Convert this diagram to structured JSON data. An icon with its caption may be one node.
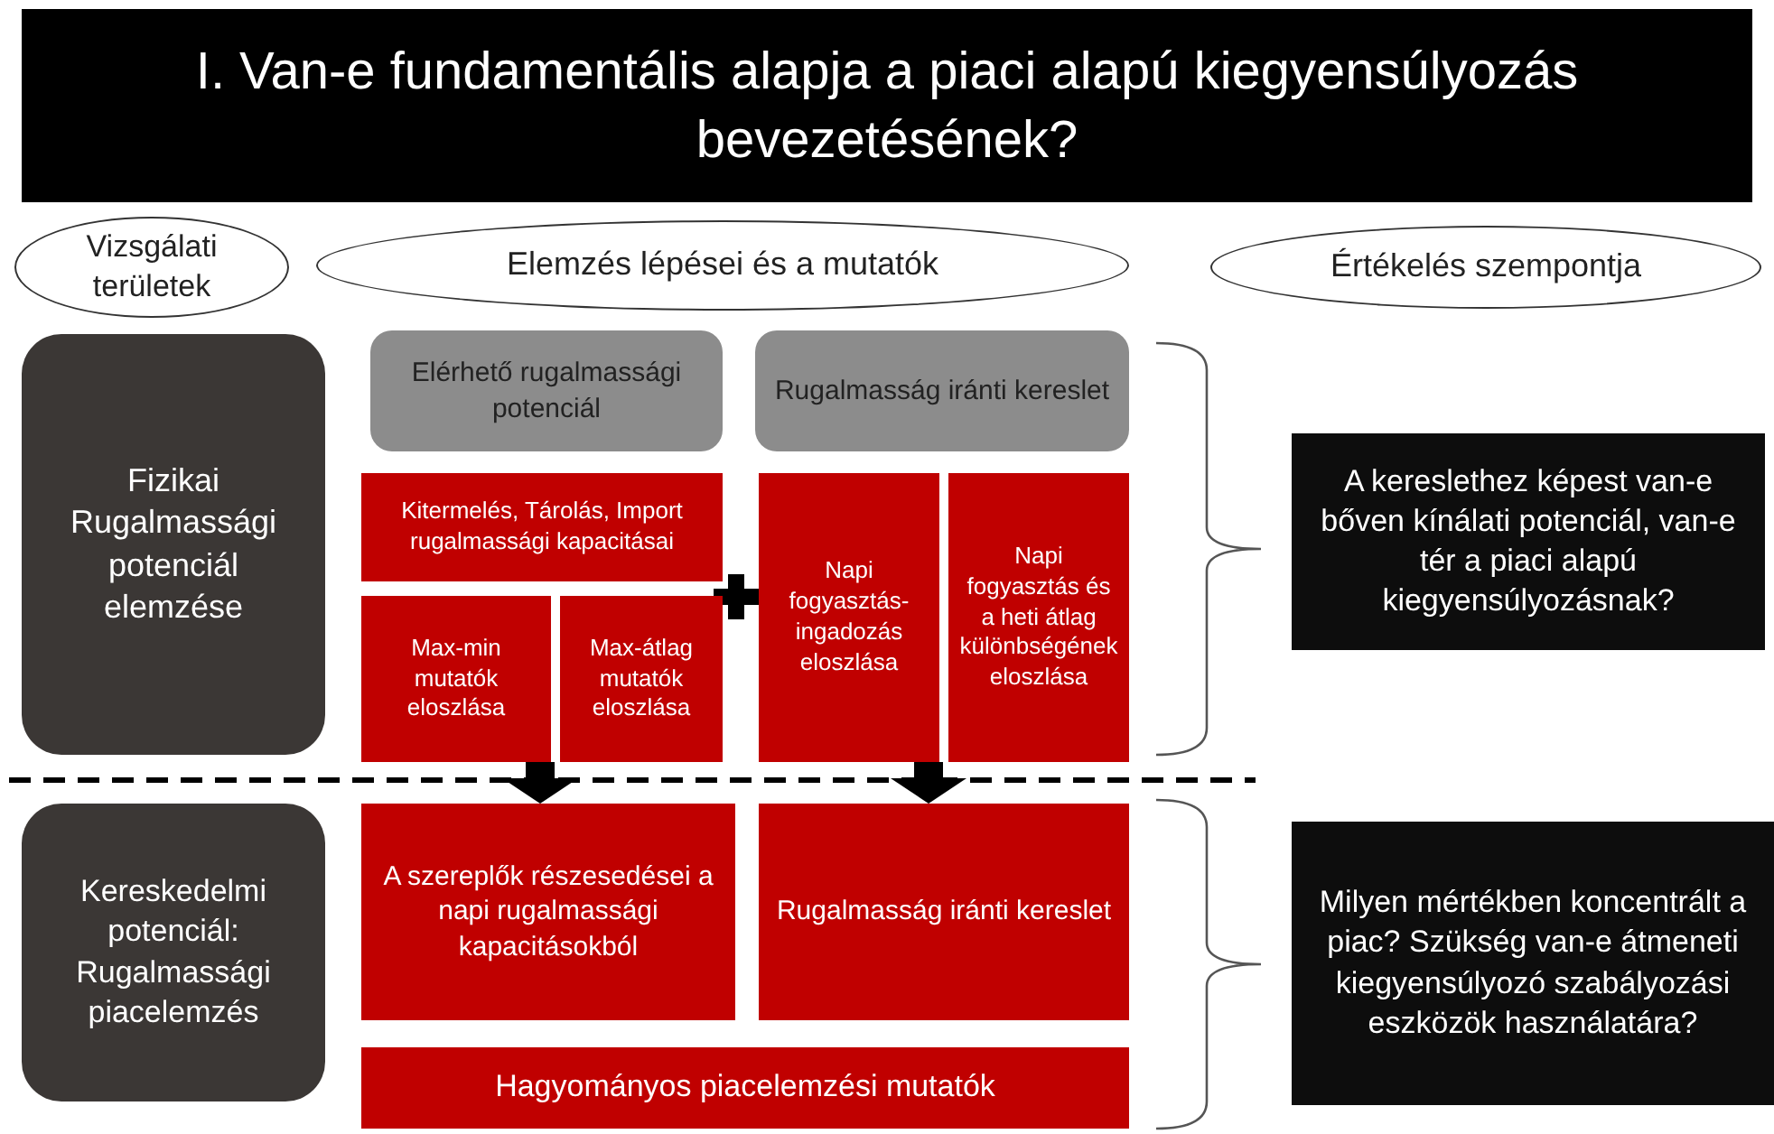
{
  "diagram": {
    "title": "I. Van-e fundamentális alapja a piaci alapú kiegyensúlyozás bevezetésének?",
    "nodes": [
      {
        "text": [
          "Vizsgálati területek"
        ]
      },
      {
        "text": [
          "Elemzés lépései és a mutatók"
        ]
      },
      {
        "text": [
          "Értékelés szempontja"
        ]
      },
      {
        "text": [
          "Fizikai Rugalmassági potenciál elemzése"
        ]
      },
      {
        "text": [
          "Elérhető rugalmassági potenciál"
        ]
      },
      {
        "text": [
          "Rugalmasság iránti kereslet"
        ]
      },
      {
        "text": [
          "Kitermelés, Tárolás, Import rugalmassági kapacitásai"
        ]
      },
      {
        "text": [
          "Max-min mutatók eloszlása"
        ]
      },
      {
        "text": [
          "Max-átlag mutatók eloszlása"
        ]
      },
      {
        "text": [
          "Napi fogyasztás-ingadozás eloszlása"
        ]
      },
      {
        "text": [
          "Napi fogyasztás és a heti átlag különbségének eloszlása"
        ]
      },
      {
        "text": [
          "A kereslethez képest van-e bőven kínálati potenciál, van-e tér a piaci alapú kiegyensúlyozásnak?"
        ]
      },
      {
        "text": [
          "Kereskedelmi potenciál: Rugalmassági piacelemzés"
        ]
      },
      {
        "text": [
          "A szereplők részesedései a napi rugalmassági kapacitásokból"
        ]
      },
      {
        "text": [
          "Rugalmasság iránti kereslet"
        ]
      },
      {
        "text": [
          "Hagyományos piacelemzési mutatók"
        ]
      },
      {
        "text": [
          "Milyen mértékben koncentrált a piac? Szükség van-e átmeneti kiegyensúlyozó szabályozási eszközök használatára?"
        ]
      }
    ],
    "edges": [
      {
        "from": 7,
        "to": 13,
        "arrow": "to"
      },
      {
        "from": 9,
        "to": 14,
        "arrow": "to"
      }
    ]
  }
}
